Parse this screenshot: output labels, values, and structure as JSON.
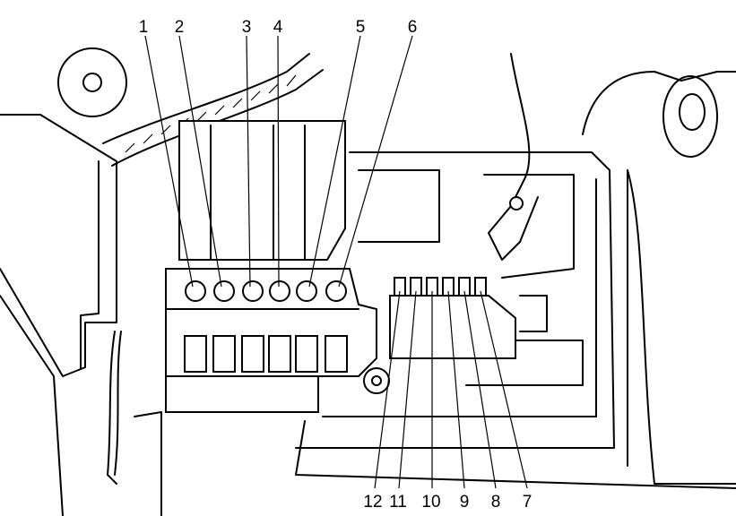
{
  "diagram": {
    "callouts_top": [
      "1",
      "2",
      "3",
      "4",
      "5",
      "6"
    ],
    "callouts_bottom": [
      "12",
      "11",
      "10",
      "9",
      "8",
      "7"
    ]
  }
}
